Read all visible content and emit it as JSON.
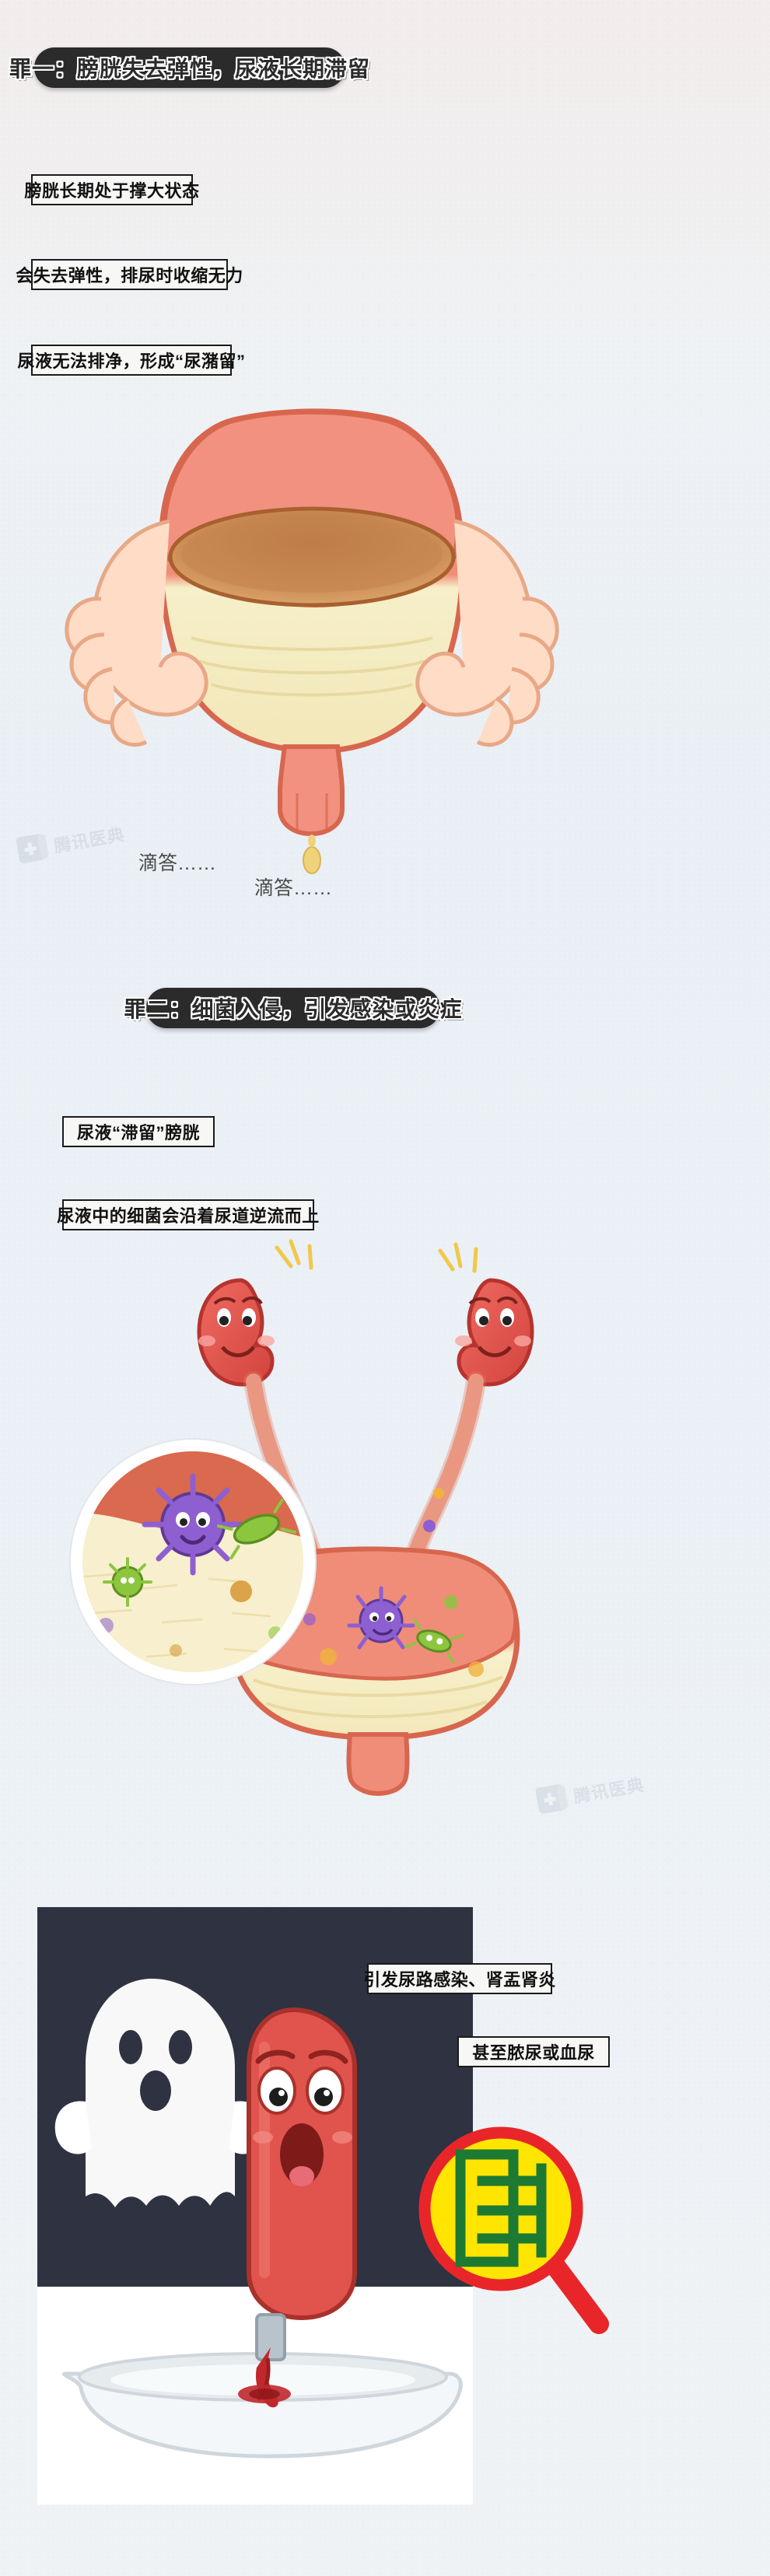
{
  "page": {
    "bg_top": "#f2ecec",
    "bg_bottom": "#eef2f5"
  },
  "sections": [
    {
      "id": "section-1",
      "banner": "罪一：膀胱失去弹性，尿液长期滞留",
      "captions": [
        "膀胱长期处于撑大状态",
        "会失去弹性，排尿时收缩无力",
        "尿液无法排净，形成“尿潴留”"
      ],
      "annotations": [
        {
          "text": "滴答……"
        },
        {
          "text": "滴答……"
        }
      ],
      "illustration": "hands-holding-stretched-bladder-dripping"
    },
    {
      "id": "section-2",
      "banner": "罪二：细菌入侵，引发感染或炎症",
      "captions": [
        "尿液“滞留”膀胱",
        "尿液中的细菌会沿着尿道逆流而上"
      ],
      "illustration": "kidneys-ureters-bladder-with-bacteria-magnifier"
    },
    {
      "id": "section-3",
      "captions": [
        "引发尿路感染、肾盂肾炎",
        "甚至脓尿或血尿"
      ],
      "illustration": "ghost-scaring-urethra-character-over-sink-with-blood"
    }
  ],
  "watermarks": [
    {
      "text": "腾讯医典",
      "icon": "medical-book-icon"
    },
    {
      "text": "腾讯医典",
      "icon": "medical-book-icon"
    }
  ],
  "colors": {
    "banner_bg": "#2b2b2b",
    "banner_text": "#ffffff",
    "caption_border": "#1a1a1a",
    "caption_bg": "#f7f7f5",
    "caption_text": "#111111",
    "annotation_text": "#4a4a4a",
    "bladder_pink": "#f2917f",
    "bladder_cream": "#f6efc9",
    "bladder_inner": "#c98a55",
    "skin": "#ffd9c2",
    "kidney_red": "#e0544d",
    "germ_purple": "#8e5fd0",
    "germ_green": "#8cc63f",
    "magnifier_yellow": "#ffe500",
    "magnifier_red": "#e8262a",
    "panel_dark": "#2f3240",
    "ghost_white": "#ffffff",
    "blood_red": "#c0282c"
  }
}
